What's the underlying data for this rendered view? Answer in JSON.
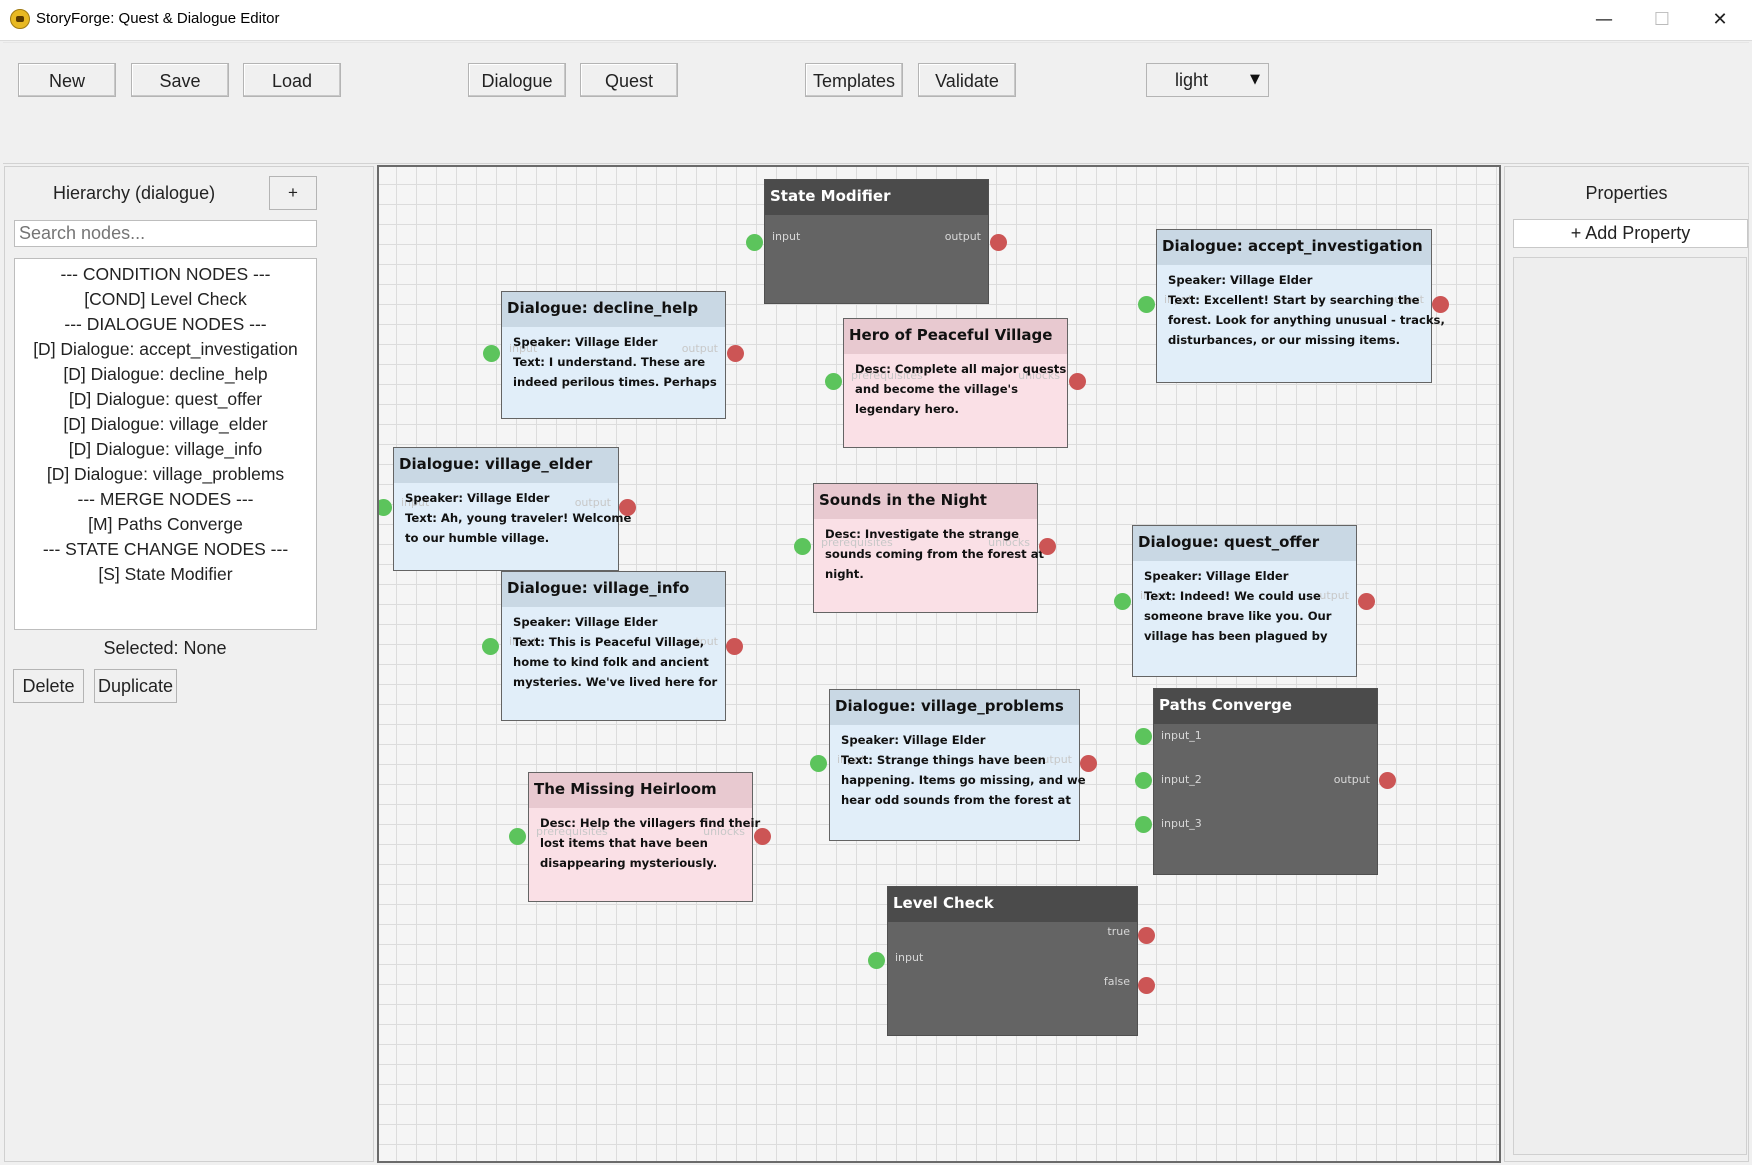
{
  "window": {
    "title": "StoryForge: Quest & Dialogue Editor",
    "minimize": "—",
    "maximize": "☐",
    "close": "✕"
  },
  "toolbar": {
    "new": "New",
    "save": "Save",
    "load": "Load",
    "dialogue": "Dialogue",
    "quest": "Quest",
    "templates": "Templates",
    "validate": "Validate",
    "theme": {
      "selected": "light",
      "arrow": "▼"
    }
  },
  "hierarchy": {
    "title": "Hierarchy (dialogue)",
    "add": "+",
    "search_placeholder": "Search nodes...",
    "items": [
      "--- CONDITION NODES ---",
      "[COND] Level Check",
      "--- DIALOGUE NODES ---",
      "[D] Dialogue: accept_investigation",
      "[D] Dialogue: decline_help",
      "[D] Dialogue: quest_offer",
      "[D] Dialogue: village_elder",
      "[D] Dialogue: village_info",
      "[D] Dialogue: village_problems",
      "--- MERGE NODES ---",
      "[M] Paths Converge",
      "--- STATE CHANGE NODES ---",
      "[S] State Modifier"
    ],
    "selected": "Selected: None",
    "delete": "Delete",
    "duplicate": "Duplicate"
  },
  "properties": {
    "title": "Properties",
    "add": "+ Add Property"
  },
  "colors": {
    "dialogue_body": "#e1eef9",
    "dialogue_header": "#c9d8e4",
    "quest_body": "#fae0e6",
    "quest_header": "#e8c9d0",
    "logic_body": "#646464",
    "logic_header": "#4b4b4b",
    "port_in": "#5cc45c",
    "port_out": "#cc5555"
  },
  "nodes": {
    "state_modifier": {
      "title": "State Modifier",
      "in": "input",
      "out": "output"
    },
    "decline_help": {
      "title": "Dialogue: decline_help",
      "lines": [
        "Speaker: Village Elder",
        "Text: I understand. These are",
        "indeed perilous times. Perhaps"
      ],
      "in": "input",
      "out": "output"
    },
    "hero": {
      "title": "Hero of Peaceful Village",
      "lines": [
        "Desc: Complete all major quests",
        "and become the village's",
        "legendary hero."
      ],
      "in": "prerequisites",
      "out": "unlocks"
    },
    "accept_investigation": {
      "title": "Dialogue: accept_investigation",
      "lines": [
        "Speaker: Village Elder",
        "Text: Excellent! Start by searching the",
        "forest. Look for anything unusual - tracks,",
        "disturbances, or our missing items."
      ],
      "in": "input",
      "out": "output"
    },
    "village_elder": {
      "title": "Dialogue: village_elder",
      "lines": [
        "Speaker: Village Elder",
        "Text: Ah, young traveler! Welcome",
        "to our humble village."
      ],
      "in": "input",
      "out": "output"
    },
    "sounds": {
      "title": "Sounds in the Night",
      "lines": [
        "Desc: Investigate the strange",
        "sounds coming from the forest at",
        "night."
      ],
      "in": "prerequisites",
      "out": "unlocks"
    },
    "quest_offer": {
      "title": "Dialogue: quest_offer",
      "lines": [
        "Speaker: Village Elder",
        "Text: Indeed! We could use",
        "someone brave like you. Our",
        "village has been plagued by"
      ],
      "in": "input",
      "out": "output"
    },
    "village_info": {
      "title": "Dialogue: village_info",
      "lines": [
        "Speaker: Village Elder",
        "Text: This is Peaceful Village,",
        "home to kind folk and ancient",
        "mysteries. We've lived here for"
      ],
      "in": "input",
      "out": "output"
    },
    "village_problems": {
      "title": "Dialogue: village_problems",
      "lines": [
        "Speaker: Village Elder",
        "Text: Strange things have been",
        "happening. Items go missing, and we",
        "hear odd sounds from the forest at"
      ],
      "in": "input",
      "out": "output"
    },
    "paths_converge": {
      "title": "Paths Converge",
      "in1": "input_1",
      "in2": "input_2",
      "in3": "input_3",
      "out": "output"
    },
    "heirloom": {
      "title": "The Missing Heirloom",
      "lines": [
        "Desc: Help the villagers find their",
        "lost items that have been",
        "disappearing mysteriously."
      ],
      "in": "prerequisites",
      "out": "unlocks"
    },
    "level_check": {
      "title": "Level Check",
      "in": "input",
      "true": "true",
      "false": "false"
    }
  }
}
